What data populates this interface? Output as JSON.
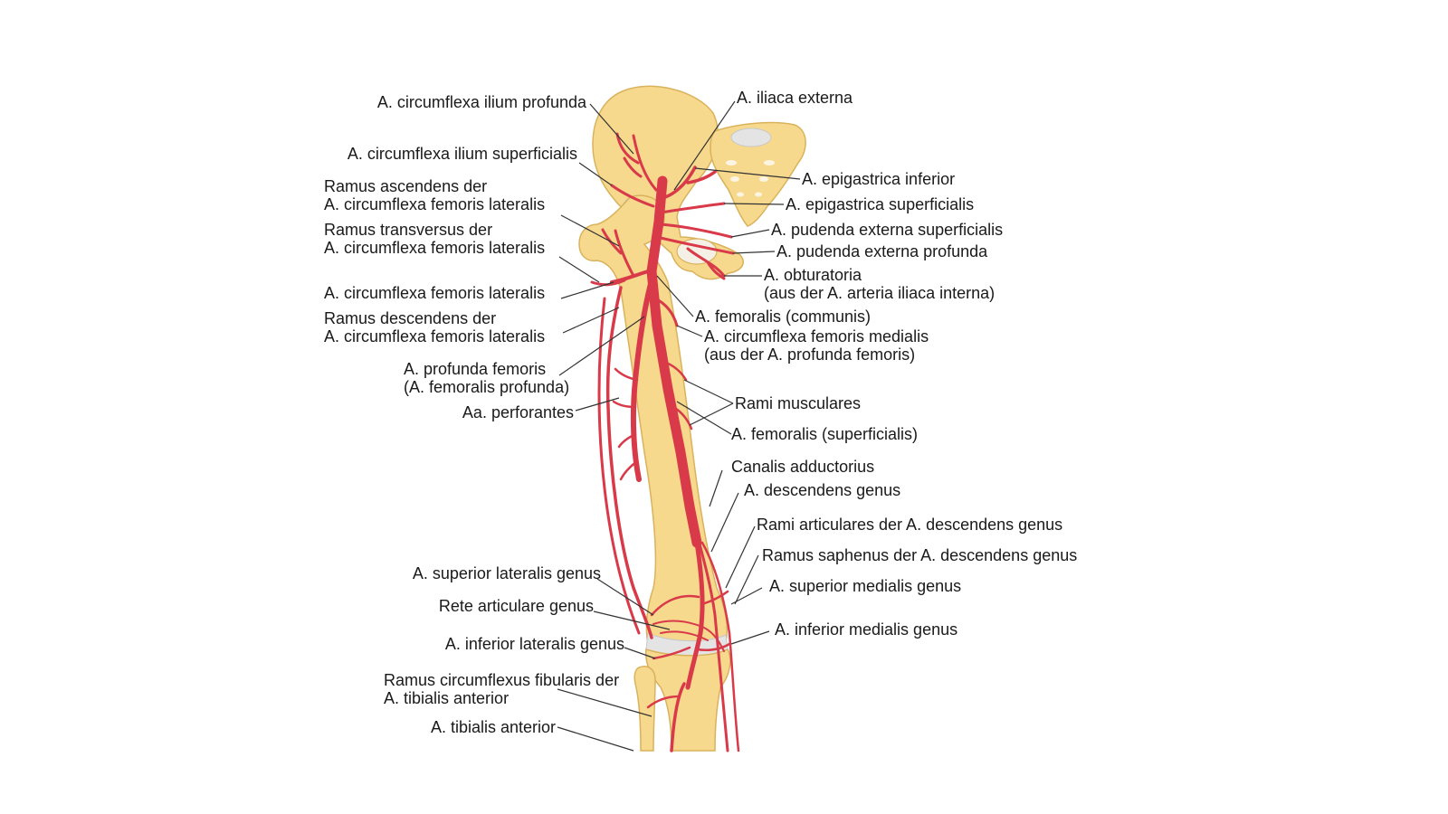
{
  "colors": {
    "background": "#ffffff",
    "bone": "#f7d98e",
    "bone_edge": "#d9b25c",
    "cartilage": "#e4e4e4",
    "artery": "#d93a49",
    "text": "#1a1a1a",
    "leader": "#333333"
  },
  "labels": {
    "circumflexa_ilium_profunda": "A. circumflexa ilium profunda",
    "iliaca_externa": "A. iliaca externa",
    "circumflexa_ilium_superficialis": "A. circumflexa ilium superficialis",
    "epigastrica_inferior": "A. epigastrica inferior",
    "ramus_ascendens_1": "Ramus ascendens der",
    "ramus_ascendens_2": "A. circumflexa femoris lateralis",
    "epigastrica_superficialis": "A. epigastrica superficialis",
    "ramus_transversus_1": "Ramus transversus der",
    "ramus_transversus_2": "A. circumflexa femoris lateralis",
    "pudenda_externa_superficialis": "A. pudenda externa superficialis",
    "pudenda_externa_profunda": "A. pudenda externa profunda",
    "obturatoria_1": "A. obturatoria",
    "obturatoria_2": "(aus der A. arteria iliaca interna)",
    "circumflexa_femoris_lateralis": "A. circumflexa femoris lateralis",
    "femoralis_communis": "A. femoralis (communis)",
    "ramus_descendens_1": "Ramus descendens der",
    "ramus_descendens_2": "A. circumflexa femoris lateralis",
    "circumflexa_femoris_medialis_1": "A. circumflexa femoris medialis",
    "circumflexa_femoris_medialis_2": "(aus der A. profunda femoris)",
    "profunda_femoris_1": "A. profunda femoris",
    "profunda_femoris_2": "(A. femoralis profunda)",
    "rami_musculares": "Rami musculares",
    "aa_perforantes": "Aa. perforantes",
    "femoralis_superficialis": "A. femoralis (superficialis)",
    "canalis_adductorius": "Canalis adductorius",
    "descendens_genus": "A. descendens genus",
    "rami_articulares": "Rami articulares der A. descendens genus",
    "ramus_saphenus": "Ramus saphenus der A. descendens genus",
    "superior_lateralis_genus": "A. superior lateralis genus",
    "superior_medialis_genus": "A. superior medialis genus",
    "rete_articulare_genus": "Rete articulare genus",
    "inferior_medialis_genus": "A. inferior medialis genus",
    "inferior_lateralis_genus": "A. inferior lateralis genus",
    "ramus_circumflexus_1": "Ramus circumflexus fibularis der",
    "ramus_circumflexus_2": "A. tibialis anterior",
    "tibialis_anterior": "A. tibialis anterior"
  }
}
